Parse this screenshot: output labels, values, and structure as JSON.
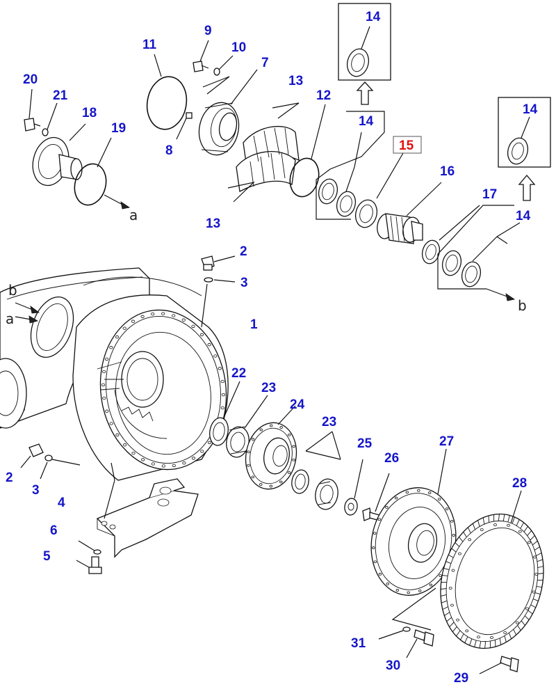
{
  "callouts": [
    {
      "id": "c1",
      "text": "1"
    },
    {
      "id": "c2a",
      "text": "2"
    },
    {
      "id": "c2b",
      "text": "2"
    },
    {
      "id": "c3a",
      "text": "3"
    },
    {
      "id": "c3b",
      "text": "3"
    },
    {
      "id": "c4",
      "text": "4"
    },
    {
      "id": "c5",
      "text": "5"
    },
    {
      "id": "c6",
      "text": "6"
    },
    {
      "id": "c7",
      "text": "7"
    },
    {
      "id": "c8",
      "text": "8"
    },
    {
      "id": "c9",
      "text": "9"
    },
    {
      "id": "c10",
      "text": "10"
    },
    {
      "id": "c11",
      "text": "11"
    },
    {
      "id": "c12",
      "text": "12"
    },
    {
      "id": "c13a",
      "text": "13"
    },
    {
      "id": "c13b",
      "text": "13"
    },
    {
      "id": "c14a",
      "text": "14"
    },
    {
      "id": "c14b",
      "text": "14"
    },
    {
      "id": "c14c",
      "text": "14"
    },
    {
      "id": "c14d",
      "text": "14"
    },
    {
      "id": "c15",
      "text": "15",
      "highlight": true
    },
    {
      "id": "c16",
      "text": "16"
    },
    {
      "id": "c17",
      "text": "17"
    },
    {
      "id": "c18",
      "text": "18"
    },
    {
      "id": "c19",
      "text": "19"
    },
    {
      "id": "c20",
      "text": "20"
    },
    {
      "id": "c21",
      "text": "21"
    },
    {
      "id": "c22",
      "text": "22"
    },
    {
      "id": "c23a",
      "text": "23"
    },
    {
      "id": "c23b",
      "text": "23"
    },
    {
      "id": "c24",
      "text": "24"
    },
    {
      "id": "c25",
      "text": "25"
    },
    {
      "id": "c26",
      "text": "26"
    },
    {
      "id": "c27",
      "text": "27"
    },
    {
      "id": "c28",
      "text": "28"
    },
    {
      "id": "c29",
      "text": "29"
    },
    {
      "id": "c30",
      "text": "30"
    },
    {
      "id": "c31",
      "text": "31"
    }
  ],
  "connectors": {
    "a_end": "a",
    "a_start": "a",
    "b_end": "b",
    "b_start": "b"
  },
  "colors": {
    "callout": "#1515c8",
    "highlight": "#e01010",
    "line": "#111111"
  }
}
